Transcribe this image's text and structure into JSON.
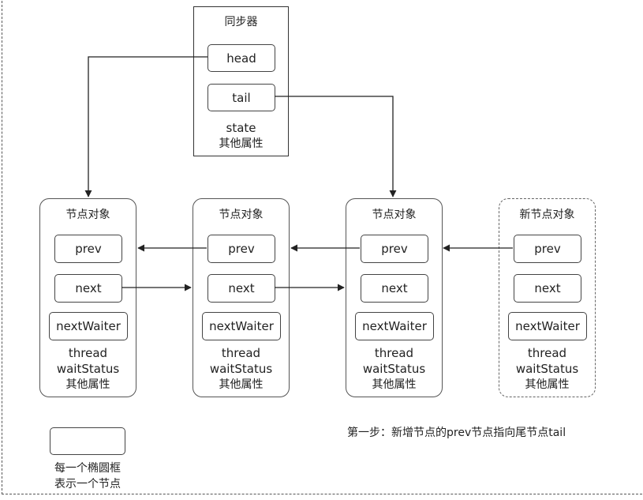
{
  "sync": {
    "title": "同步器",
    "head": "head",
    "tail": "tail",
    "extra": [
      "state",
      "其他属性"
    ]
  },
  "nodes": [
    {
      "title": "节点对象",
      "prev": "prev",
      "next": "next",
      "nextWaiter": "nextWaiter",
      "extra": [
        "thread",
        "waitStatus",
        "其他属性"
      ]
    },
    {
      "title": "节点对象",
      "prev": "prev",
      "next": "next",
      "nextWaiter": "nextWaiter",
      "extra": [
        "thread",
        "waitStatus",
        "其他属性"
      ]
    },
    {
      "title": "节点对象",
      "prev": "prev",
      "next": "next",
      "nextWaiter": "nextWaiter",
      "extra": [
        "thread",
        "waitStatus",
        "其他属性"
      ]
    },
    {
      "title": "新节点对象",
      "prev": "prev",
      "next": "next",
      "nextWaiter": "nextWaiter",
      "extra": [
        "thread",
        "waitStatus",
        "其他属性"
      ]
    }
  ],
  "note": "第一步：新增节点的prev节点指向尾节点tail",
  "legend": [
    "每一个椭圆框",
    "表示一个节点"
  ],
  "colors": {
    "line": "#222222",
    "border": "#444444"
  }
}
